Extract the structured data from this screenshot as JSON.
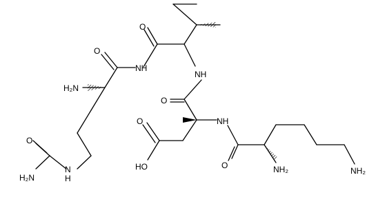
{
  "diagram": {
    "labels": {
      "o_top": "O",
      "nh_top": "NH",
      "o_left_top": "O",
      "h2n_mid": "H₂N",
      "nh_mid": "NH",
      "o_mid": "O",
      "o_acid": "O",
      "nh_right": "NH",
      "oh": "HO",
      "o_bottom": "O",
      "nh_left": "N",
      "h_nh_left": "H",
      "o_urea": "O",
      "h2n_urea": "H₂N",
      "nh2_bottom": "NH₂",
      "nh2_right": "NH₂"
    }
  }
}
